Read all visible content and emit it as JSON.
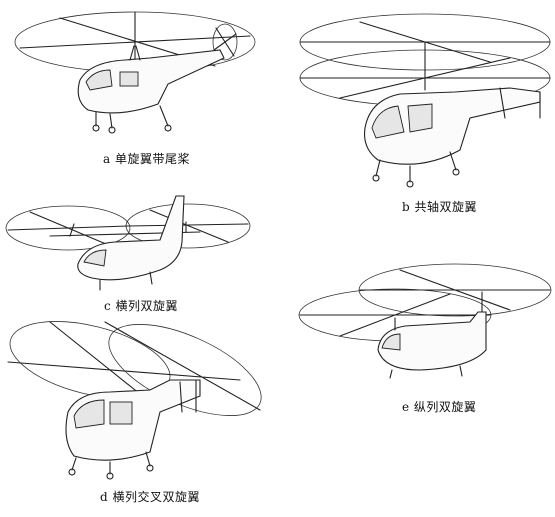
{
  "header_fragment": "",
  "figures": [
    {
      "id": "a",
      "caption": "a 单旋翼带尾桨"
    },
    {
      "id": "b",
      "caption": "b 共轴双旋翼"
    },
    {
      "id": "c",
      "caption": "c 横列双旋翼"
    },
    {
      "id": "d",
      "caption": "d 横列交叉双旋翼"
    },
    {
      "id": "e",
      "caption": "e 纵列双旋翼"
    }
  ]
}
